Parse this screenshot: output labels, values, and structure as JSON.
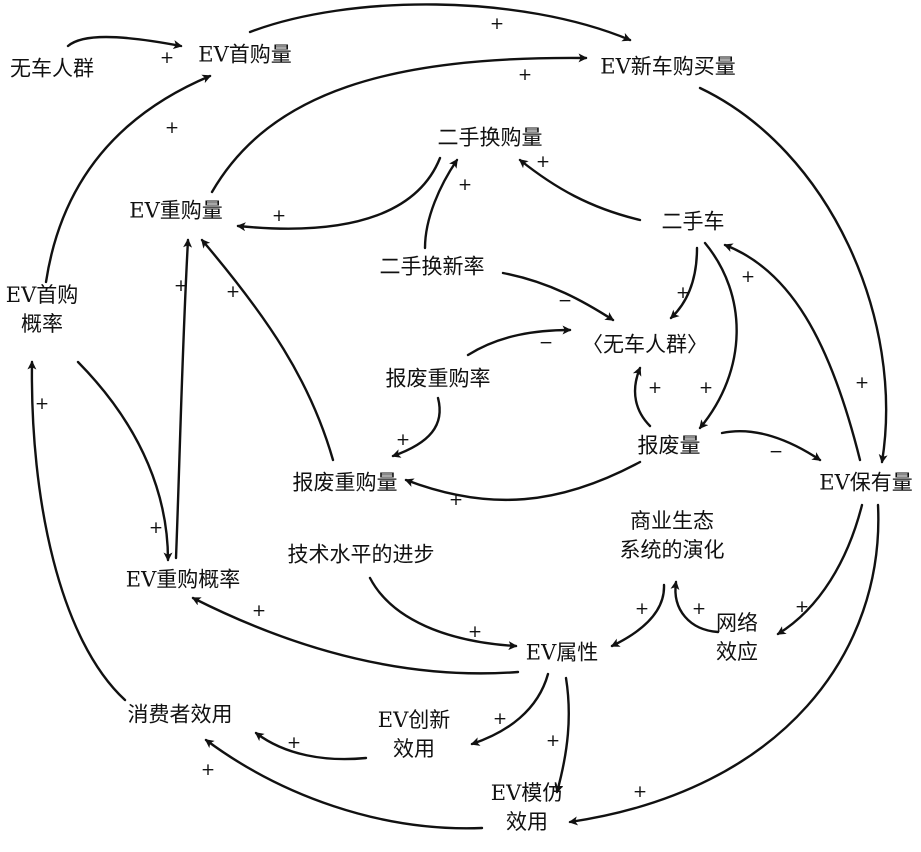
{
  "diagram": {
    "nodes": [
      {
        "id": "no_car_group",
        "lines": [
          "无车人群"
        ]
      },
      {
        "id": "ev_first_purchase",
        "lines": [
          "EV首购量"
        ]
      },
      {
        "id": "ev_new_car_purchase",
        "lines": [
          "EV新车购买量"
        ]
      },
      {
        "id": "second_hand_exchange",
        "lines": [
          "二手换购量"
        ]
      },
      {
        "id": "ev_repurchase",
        "lines": [
          "EV重购量"
        ]
      },
      {
        "id": "second_hand_car",
        "lines": [
          "二手车"
        ]
      },
      {
        "id": "second_hand_renew_rate",
        "lines": [
          "二手换新率"
        ]
      },
      {
        "id": "ev_first_purchase_prob",
        "lines": [
          "EV首购",
          "概率"
        ]
      },
      {
        "id": "no_car_group_shadow",
        "lines": [
          "〈无车人群〉"
        ]
      },
      {
        "id": "scrap_repurchase_rate",
        "lines": [
          "报废重购率"
        ]
      },
      {
        "id": "scrap_volume",
        "lines": [
          "报废量"
        ]
      },
      {
        "id": "scrap_repurchase_volume",
        "lines": [
          "报废重购量"
        ]
      },
      {
        "id": "ev_stock",
        "lines": [
          "EV保有量"
        ]
      },
      {
        "id": "business_ecosystem",
        "lines": [
          "商业生态",
          "系统的演化"
        ]
      },
      {
        "id": "tech_progress",
        "lines": [
          "技术水平的进步"
        ]
      },
      {
        "id": "ev_repurchase_prob",
        "lines": [
          "EV重购概率"
        ]
      },
      {
        "id": "network_effect",
        "lines": [
          "网络",
          "效应"
        ]
      },
      {
        "id": "ev_attributes",
        "lines": [
          "EV属性"
        ]
      },
      {
        "id": "consumer_utility",
        "lines": [
          "消费者效用"
        ]
      },
      {
        "id": "ev_innovation_utility",
        "lines": [
          "EV创新",
          "效用"
        ]
      },
      {
        "id": "ev_imitation_utility",
        "lines": [
          "EV模仿",
          "效用"
        ]
      }
    ],
    "edges": [
      {
        "from": "no_car_group",
        "to": "ev_first_purchase",
        "sign": "+"
      },
      {
        "from": "ev_first_purchase",
        "to": "ev_new_car_purchase",
        "sign": "+"
      },
      {
        "from": "ev_repurchase",
        "to": "ev_new_car_purchase",
        "sign": "+"
      },
      {
        "from": "ev_first_purchase_prob",
        "to": "ev_first_purchase",
        "sign": "+"
      },
      {
        "from": "ev_new_car_purchase",
        "to": "ev_stock",
        "sign": "+"
      },
      {
        "from": "second_hand_exchange",
        "to": "ev_repurchase",
        "sign": "+"
      },
      {
        "from": "second_hand_renew_rate",
        "to": "second_hand_exchange",
        "sign": "+"
      },
      {
        "from": "second_hand_car",
        "to": "second_hand_exchange",
        "sign": "+"
      },
      {
        "from": "second_hand_renew_rate",
        "to": "no_car_group_shadow",
        "sign": "−"
      },
      {
        "from": "second_hand_car",
        "to": "no_car_group_shadow",
        "sign": "+"
      },
      {
        "from": "second_hand_car",
        "to": "scrap_volume",
        "sign": "+"
      },
      {
        "from": "ev_stock",
        "to": "second_hand_car",
        "sign": "+"
      },
      {
        "from": "scrap_repurchase_rate",
        "to": "no_car_group_shadow",
        "sign": "−"
      },
      {
        "from": "scrap_repurchase_rate",
        "to": "scrap_repurchase_volume",
        "sign": "+"
      },
      {
        "from": "scrap_volume",
        "to": "no_car_group_shadow",
        "sign": "+"
      },
      {
        "from": "scrap_volume",
        "to": "scrap_repurchase_volume",
        "sign": "+"
      },
      {
        "from": "scrap_volume",
        "to": "ev_stock",
        "sign": "−"
      },
      {
        "from": "scrap_repurchase_volume",
        "to": "ev_repurchase",
        "sign": "+"
      },
      {
        "from": "ev_repurchase_prob",
        "to": "ev_repurchase",
        "sign": "+"
      },
      {
        "from": "ev_first_purchase_prob",
        "to": "ev_repurchase_prob",
        "sign": "+"
      },
      {
        "from": "consumer_utility",
        "to": "ev_first_purchase_prob",
        "sign": "+"
      },
      {
        "from": "ev_stock",
        "to": "network_effect",
        "sign": "+"
      },
      {
        "from": "ev_stock",
        "to": "ev_imitation_utility",
        "sign": "+"
      },
      {
        "from": "network_effect",
        "to": "business_ecosystem",
        "sign": "+"
      },
      {
        "from": "business_ecosystem",
        "to": "ev_attributes",
        "sign": "+"
      },
      {
        "from": "tech_progress",
        "to": "ev_attributes",
        "sign": "+"
      },
      {
        "from": "ev_attributes",
        "to": "ev_repurchase_prob",
        "sign": "+"
      },
      {
        "from": "ev_attributes",
        "to": "ev_innovation_utility",
        "sign": "+"
      },
      {
        "from": "ev_attributes",
        "to": "ev_imitation_utility",
        "sign": "+"
      },
      {
        "from": "ev_innovation_utility",
        "to": "consumer_utility",
        "sign": "+"
      },
      {
        "from": "ev_imitation_utility",
        "to": "consumer_utility",
        "sign": "+"
      }
    ]
  }
}
